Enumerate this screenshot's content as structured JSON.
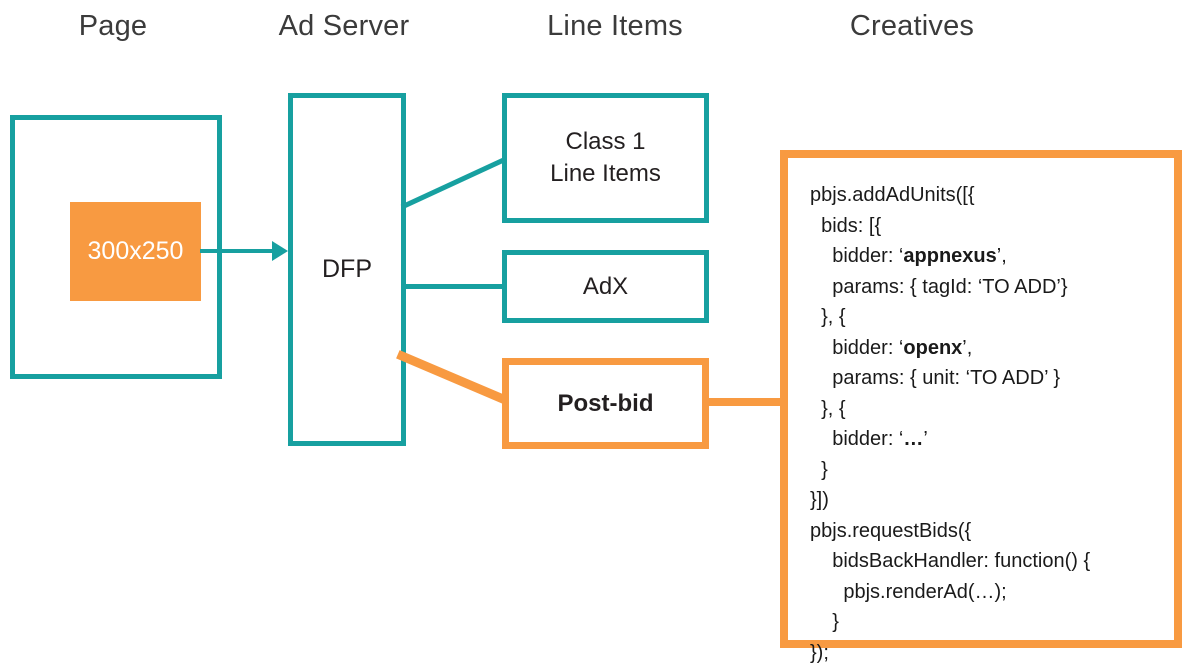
{
  "columns": [
    {
      "id": "page",
      "label": "Page"
    },
    {
      "id": "ad_server",
      "label": "Ad Server"
    },
    {
      "id": "line_items",
      "label": "Line Items"
    },
    {
      "id": "creatives",
      "label": "Creatives"
    }
  ],
  "headers": {
    "page": "Page",
    "ad_server": "Ad Server",
    "line_items": "Line Items",
    "creatives": "Creatives"
  },
  "nodes": {
    "page_box": {
      "label": ""
    },
    "ad_slot": {
      "label": "300x250"
    },
    "dfp": {
      "label": "DFP"
    },
    "class1": {
      "line1": "Class 1",
      "line2": "Line Items"
    },
    "adx": {
      "label": "AdX"
    },
    "postbid": {
      "label": "Post-bid"
    }
  },
  "code": {
    "lines": [
      {
        "indent": 0,
        "plain": "pbjs.addAdUnits([{"
      },
      {
        "indent": 1,
        "plain": "bids: [{"
      },
      {
        "indent": 2,
        "pre": "bidder: ‘",
        "bold": "appnexus",
        "post": "’,"
      },
      {
        "indent": 2,
        "plain": "params: { tagId: ‘TO ADD’}"
      },
      {
        "indent": 1,
        "plain": "}, {"
      },
      {
        "indent": 2,
        "pre": "bidder: ‘",
        "bold": "openx",
        "post": "’,"
      },
      {
        "indent": 2,
        "plain": "params: { unit: ‘TO ADD’ }"
      },
      {
        "indent": 1,
        "plain": "}, {"
      },
      {
        "indent": 2,
        "pre": "bidder: ‘",
        "bold": "…",
        "post": "’"
      },
      {
        "indent": 1,
        "plain": "}"
      },
      {
        "indent": 0,
        "plain": "}])"
      },
      {
        "indent": 0,
        "plain": "pbjs.requestBids({"
      },
      {
        "indent": 2,
        "plain": "bidsBackHandler: function() {"
      },
      {
        "indent": 3,
        "plain": "pbjs.renderAd(…);"
      },
      {
        "indent": 2,
        "plain": "}"
      },
      {
        "indent": 0,
        "plain": "});"
      }
    ]
  },
  "colors": {
    "teal": "#17a0a0",
    "orange": "#f89a41",
    "text": "#231f20",
    "background": "#ffffff",
    "ad_slot_text": "#ffffff"
  },
  "connectors": [
    {
      "name": "ad-slot-to-dfp",
      "from": "ad_slot",
      "to": "dfp",
      "color": "#17a0a0",
      "arrow": true
    },
    {
      "name": "dfp-to-class1",
      "from": "dfp",
      "to": "class1",
      "color": "#17a0a0",
      "arrow": false
    },
    {
      "name": "dfp-to-adx",
      "from": "dfp",
      "to": "adx",
      "color": "#17a0a0",
      "arrow": false
    },
    {
      "name": "dfp-to-postbid",
      "from": "dfp",
      "to": "postbid",
      "color": "#f89a41",
      "arrow": false
    },
    {
      "name": "postbid-to-creatives",
      "from": "postbid",
      "to": "creatives",
      "color": "#f89a41",
      "arrow": false
    }
  ]
}
